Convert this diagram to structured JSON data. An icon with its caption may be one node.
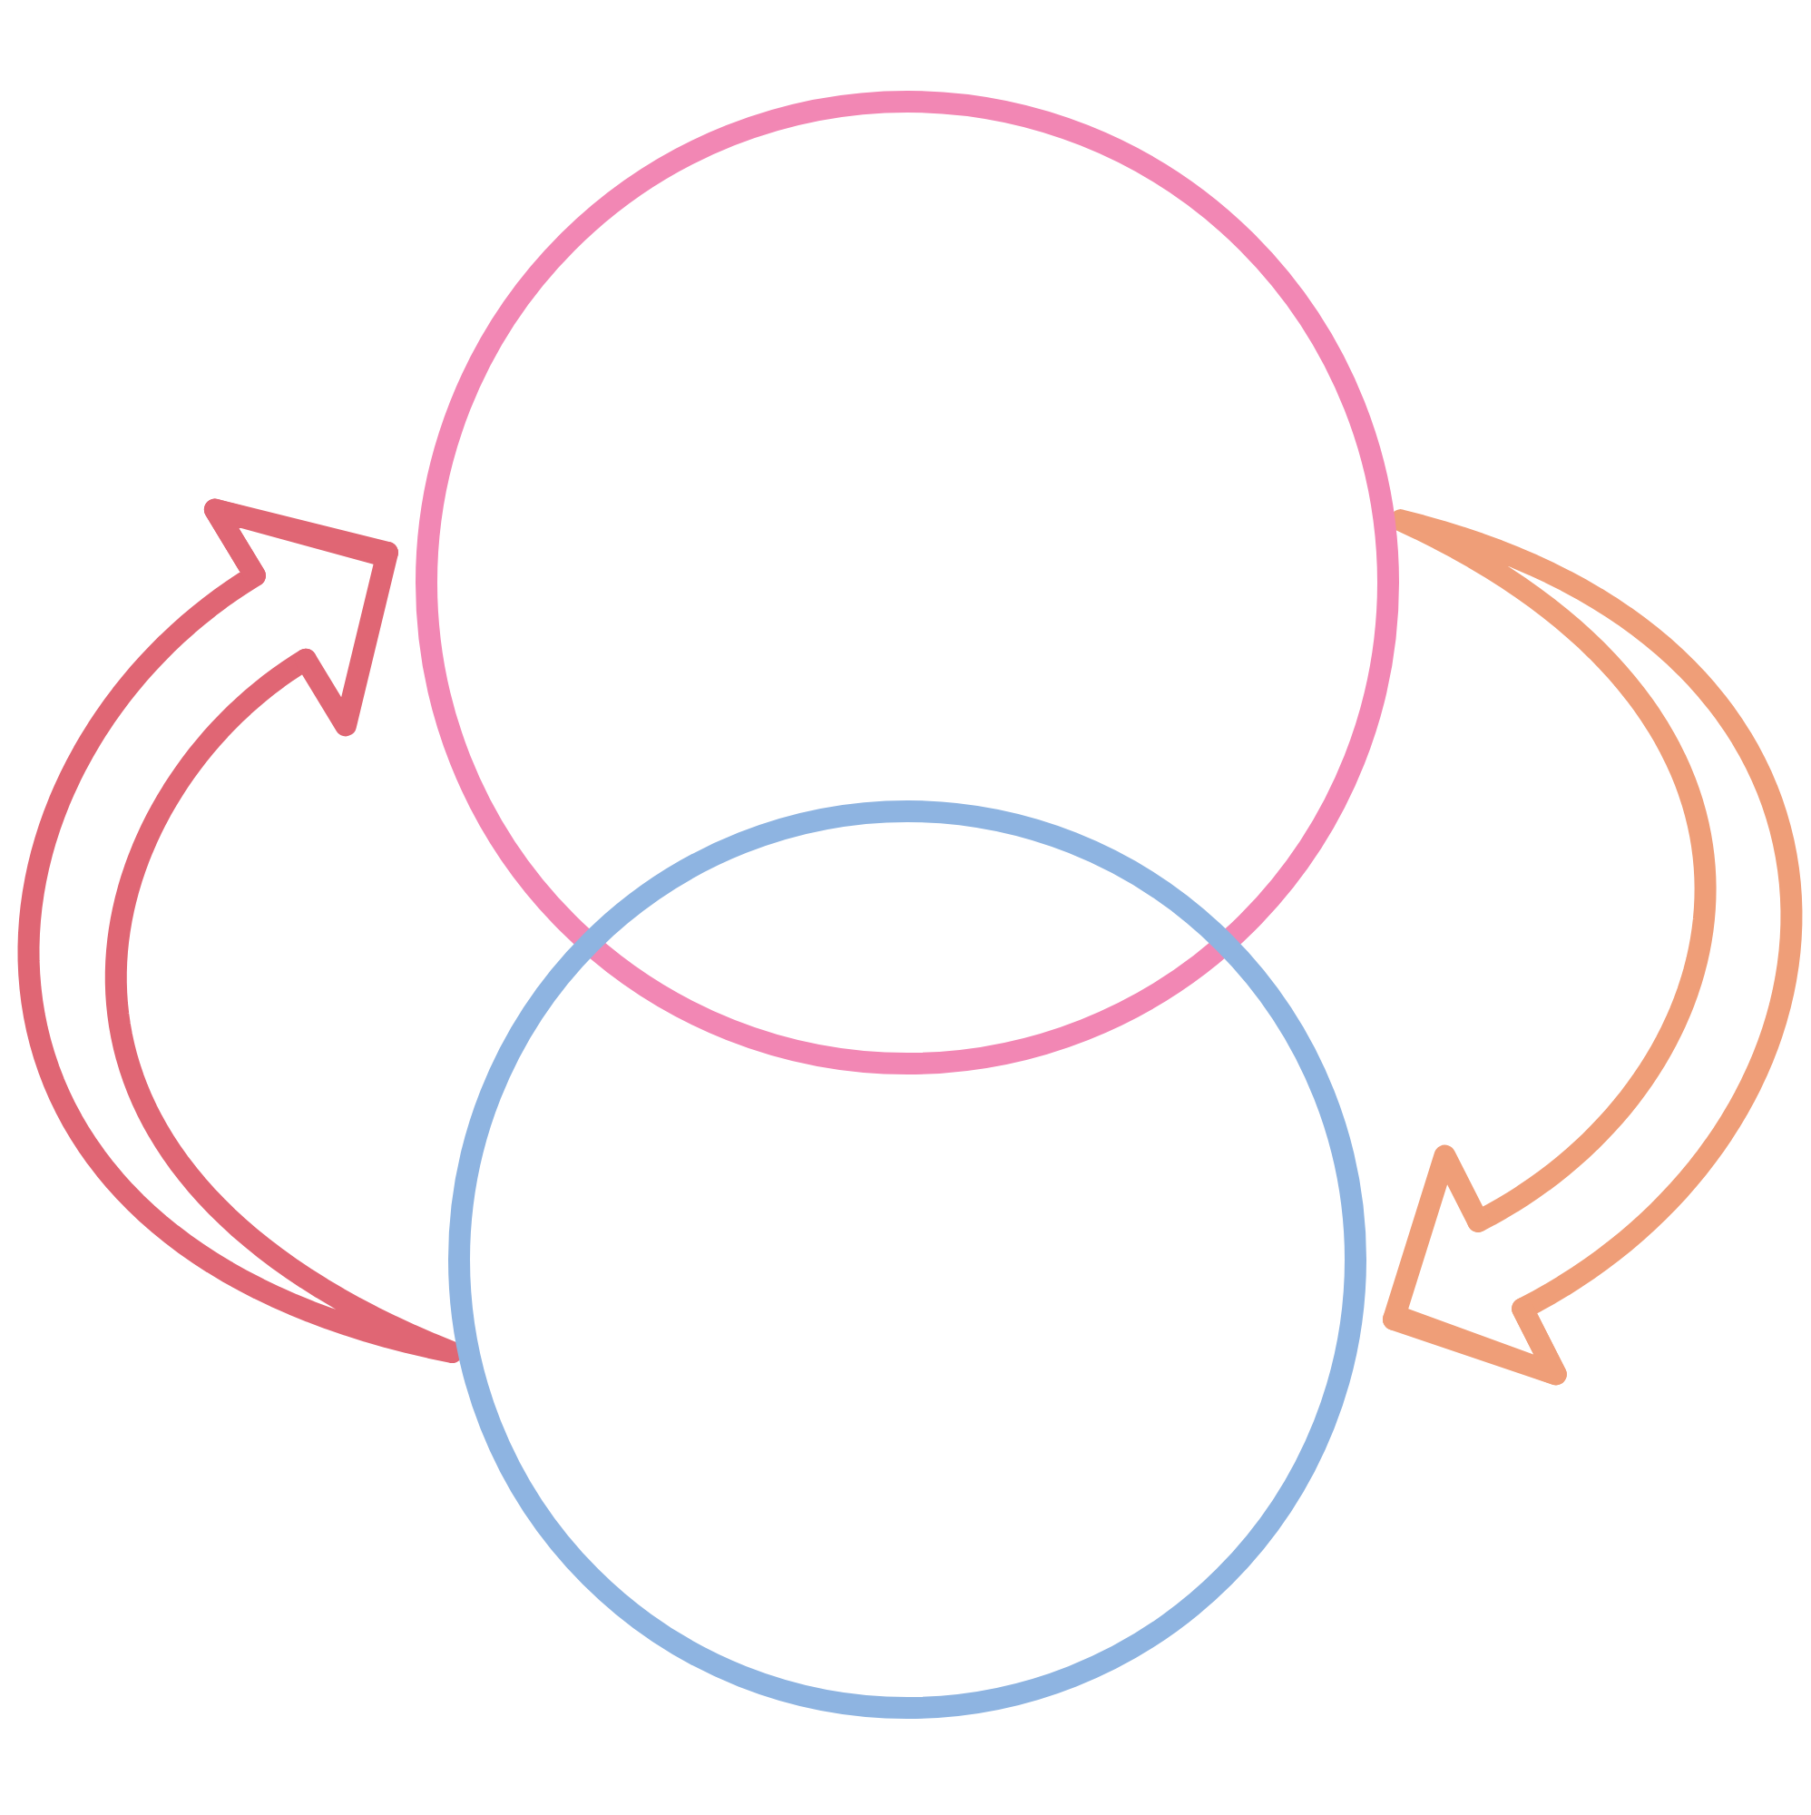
{
  "diagram": {
    "nodes": [
      {
        "text": [],
        "shape": "circle"
      },
      {
        "text": [],
        "shape": "circle"
      }
    ],
    "edges": [
      {
        "from": 1,
        "to": 0,
        "arrow": "to",
        "color": "#e06674"
      },
      {
        "from": 0,
        "to": 1,
        "arrow": "to",
        "color": "#ef9e78"
      }
    ]
  }
}
